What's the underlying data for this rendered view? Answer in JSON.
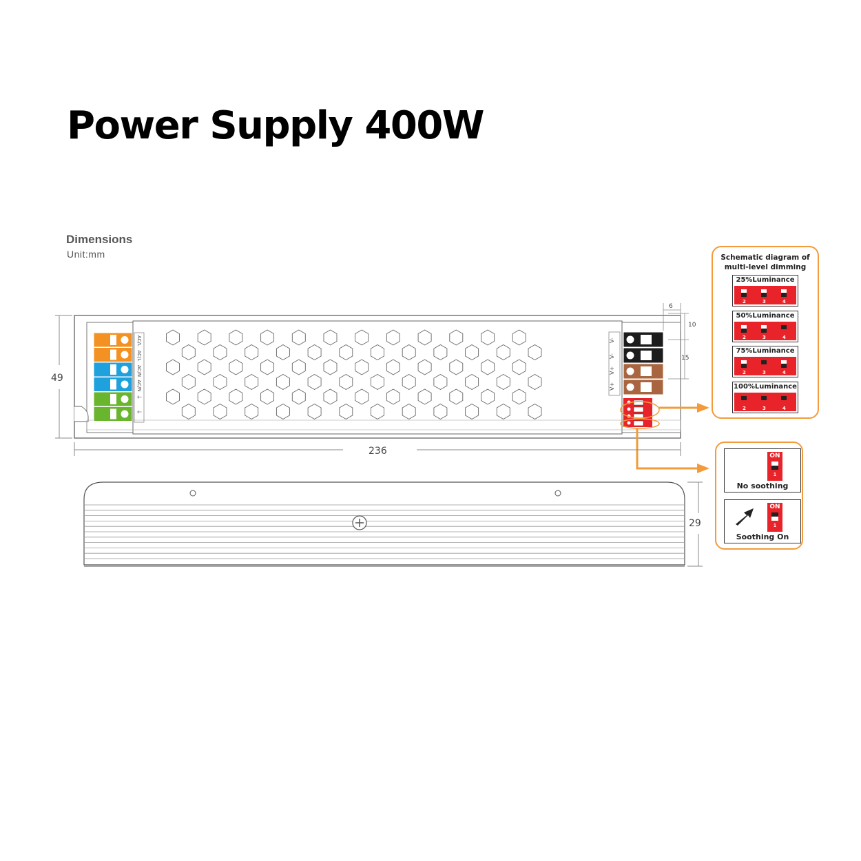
{
  "title": "Power Supply 400W",
  "dimensions": {
    "heading": "Dimensions",
    "unit": "Unit:mm",
    "width": "236",
    "height": "49",
    "depth": "29",
    "terminal_width": "6",
    "terminal_top": "10",
    "terminal_pitch": "15"
  },
  "input_terminals": {
    "labels": [
      "AC/L",
      "AC/L",
      "AC/N",
      "AC/N",
      "⏚",
      "⏚"
    ],
    "colors": [
      "#f39222",
      "#f39222",
      "#1ea1dc",
      "#1ea1dc",
      "#6ab52e",
      "#6ab52e"
    ]
  },
  "output_terminals": {
    "labels": [
      "V-",
      "V-",
      "V+",
      "V+"
    ],
    "colors": [
      "#1c1c1c",
      "#1c1c1c",
      "#a9653f",
      "#a9653f"
    ]
  },
  "dimming_panel": {
    "title_line1": "Schematic diagram of",
    "title_line2": "multi-level dimming",
    "levels": [
      {
        "label": "25%Luminance",
        "switches": [
          "2",
          "3",
          "4"
        ]
      },
      {
        "label": "50%Luminance",
        "switches": [
          "2",
          "3",
          "4"
        ]
      },
      {
        "label": "75%Luminance",
        "switches": [
          "2",
          "3",
          "4"
        ]
      },
      {
        "label": "100%Luminance",
        "switches": [
          "2",
          "3",
          "4"
        ]
      }
    ]
  },
  "smoothing_panel": {
    "on_label": "ON",
    "switch_number": "1",
    "options": [
      "No soothing",
      "Soothing On"
    ]
  },
  "colors": {
    "accent_orange": "#f39b3a",
    "switch_red": "#e8232a"
  }
}
